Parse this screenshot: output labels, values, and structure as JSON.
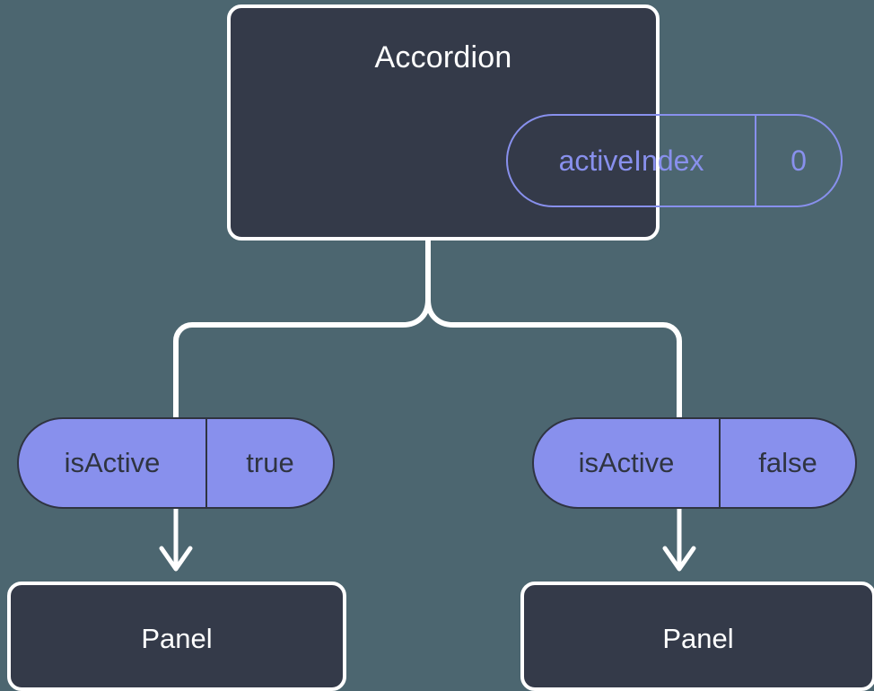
{
  "theme": {
    "background": "#4c6670",
    "node_fill": "#343a49",
    "node_border": "#ffffff",
    "accent": "#8890ed",
    "accent_text_on_fill": "#2f3441",
    "wire": "#ffffff"
  },
  "diagram": {
    "type": "component-tree",
    "root": {
      "name": "root-node",
      "title": "Accordion",
      "state_pill": {
        "key": "activeIndex",
        "value": "0"
      }
    },
    "children": [
      {
        "name": "child-left",
        "prop_pill": {
          "key": "isActive",
          "value": "true"
        },
        "title": "Panel"
      },
      {
        "name": "child-right",
        "prop_pill": {
          "key": "isActive",
          "value": "false"
        },
        "title": "Panel"
      }
    ]
  }
}
